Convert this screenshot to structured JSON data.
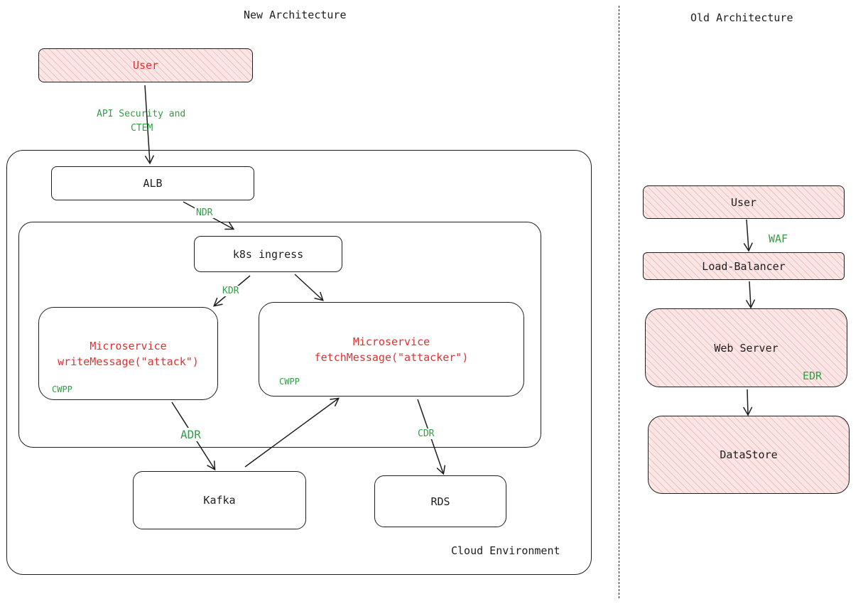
{
  "headings": {
    "new_architecture": "New Architecture",
    "old_architecture": "Old Architecture"
  },
  "new_arch": {
    "cloud_environment": "Cloud Environment",
    "user": "User",
    "alb": "ALB",
    "k8s_ingress": "k8s ingress",
    "microservice_write": {
      "line1": "Microservice",
      "line2": "writeMessage(\"attack\")",
      "tag": "CWPP"
    },
    "microservice_fetch": {
      "line1": "Microservice",
      "line2": "fetchMessage(\"attacker\")",
      "tag": "CWPP"
    },
    "kafka": "Kafka",
    "rds": "RDS",
    "edge_labels": {
      "user_alb_line1": "API Security and",
      "user_alb_line2": "CTEM",
      "alb_k8s": "NDR",
      "k8s_write": "KDR",
      "write_kafka": "ADR",
      "fetch_rds": "CDR"
    }
  },
  "old_arch": {
    "user": "User",
    "load_balancer": "Load-Balancer",
    "web_server": "Web Server",
    "web_server_tag": "EDR",
    "datastore": "DataStore",
    "edge_labels": {
      "user_lb": "WAF"
    }
  },
  "colors": {
    "red_text": "#e03131",
    "green_text": "#2f9e44",
    "pink_fill": "#fbe6e6",
    "stroke": "#1e1e1e"
  }
}
